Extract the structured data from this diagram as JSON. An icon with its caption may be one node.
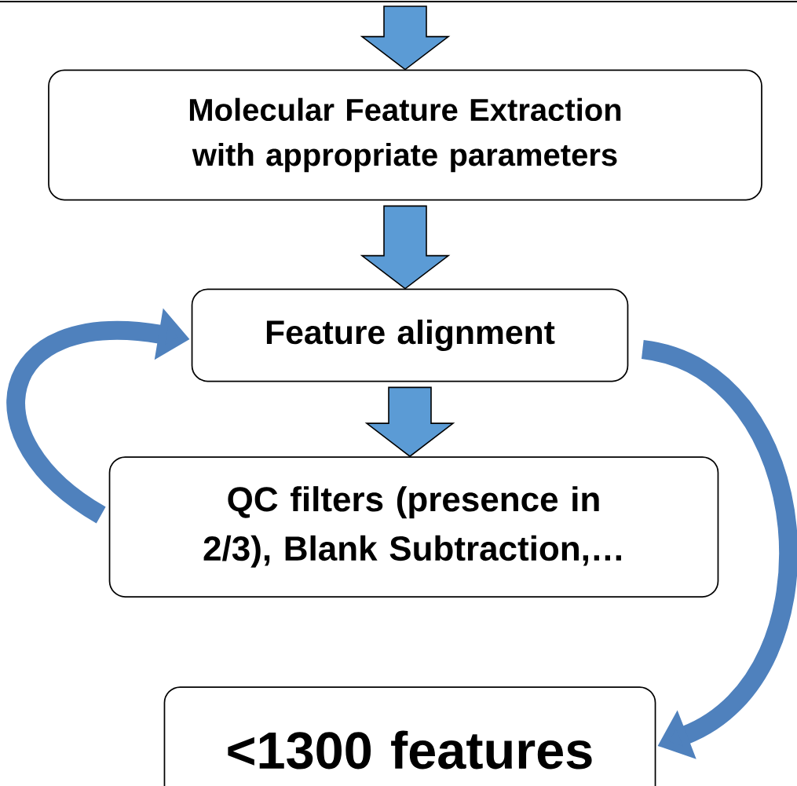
{
  "diagram": {
    "nodes": [
      {
        "text": [
          "Molecular Feature Extraction with appropriate parameters"
        ]
      },
      {
        "text": [
          "Feature alignment"
        ]
      },
      {
        "text": [
          "QC filters (presence in 2/3), Blank Subtraction,…"
        ]
      },
      {
        "text": [
          "<1300 features"
        ]
      }
    ],
    "edges": [
      {
        "from": null,
        "to": 0,
        "arrow": "to"
      },
      {
        "from": 0,
        "to": 1,
        "arrow": "to"
      },
      {
        "from": 1,
        "to": 2,
        "arrow": "to"
      },
      {
        "from": 2,
        "to": 1,
        "arrow": "to"
      },
      {
        "from": 1,
        "to": 3,
        "arrow": "to"
      }
    ]
  }
}
